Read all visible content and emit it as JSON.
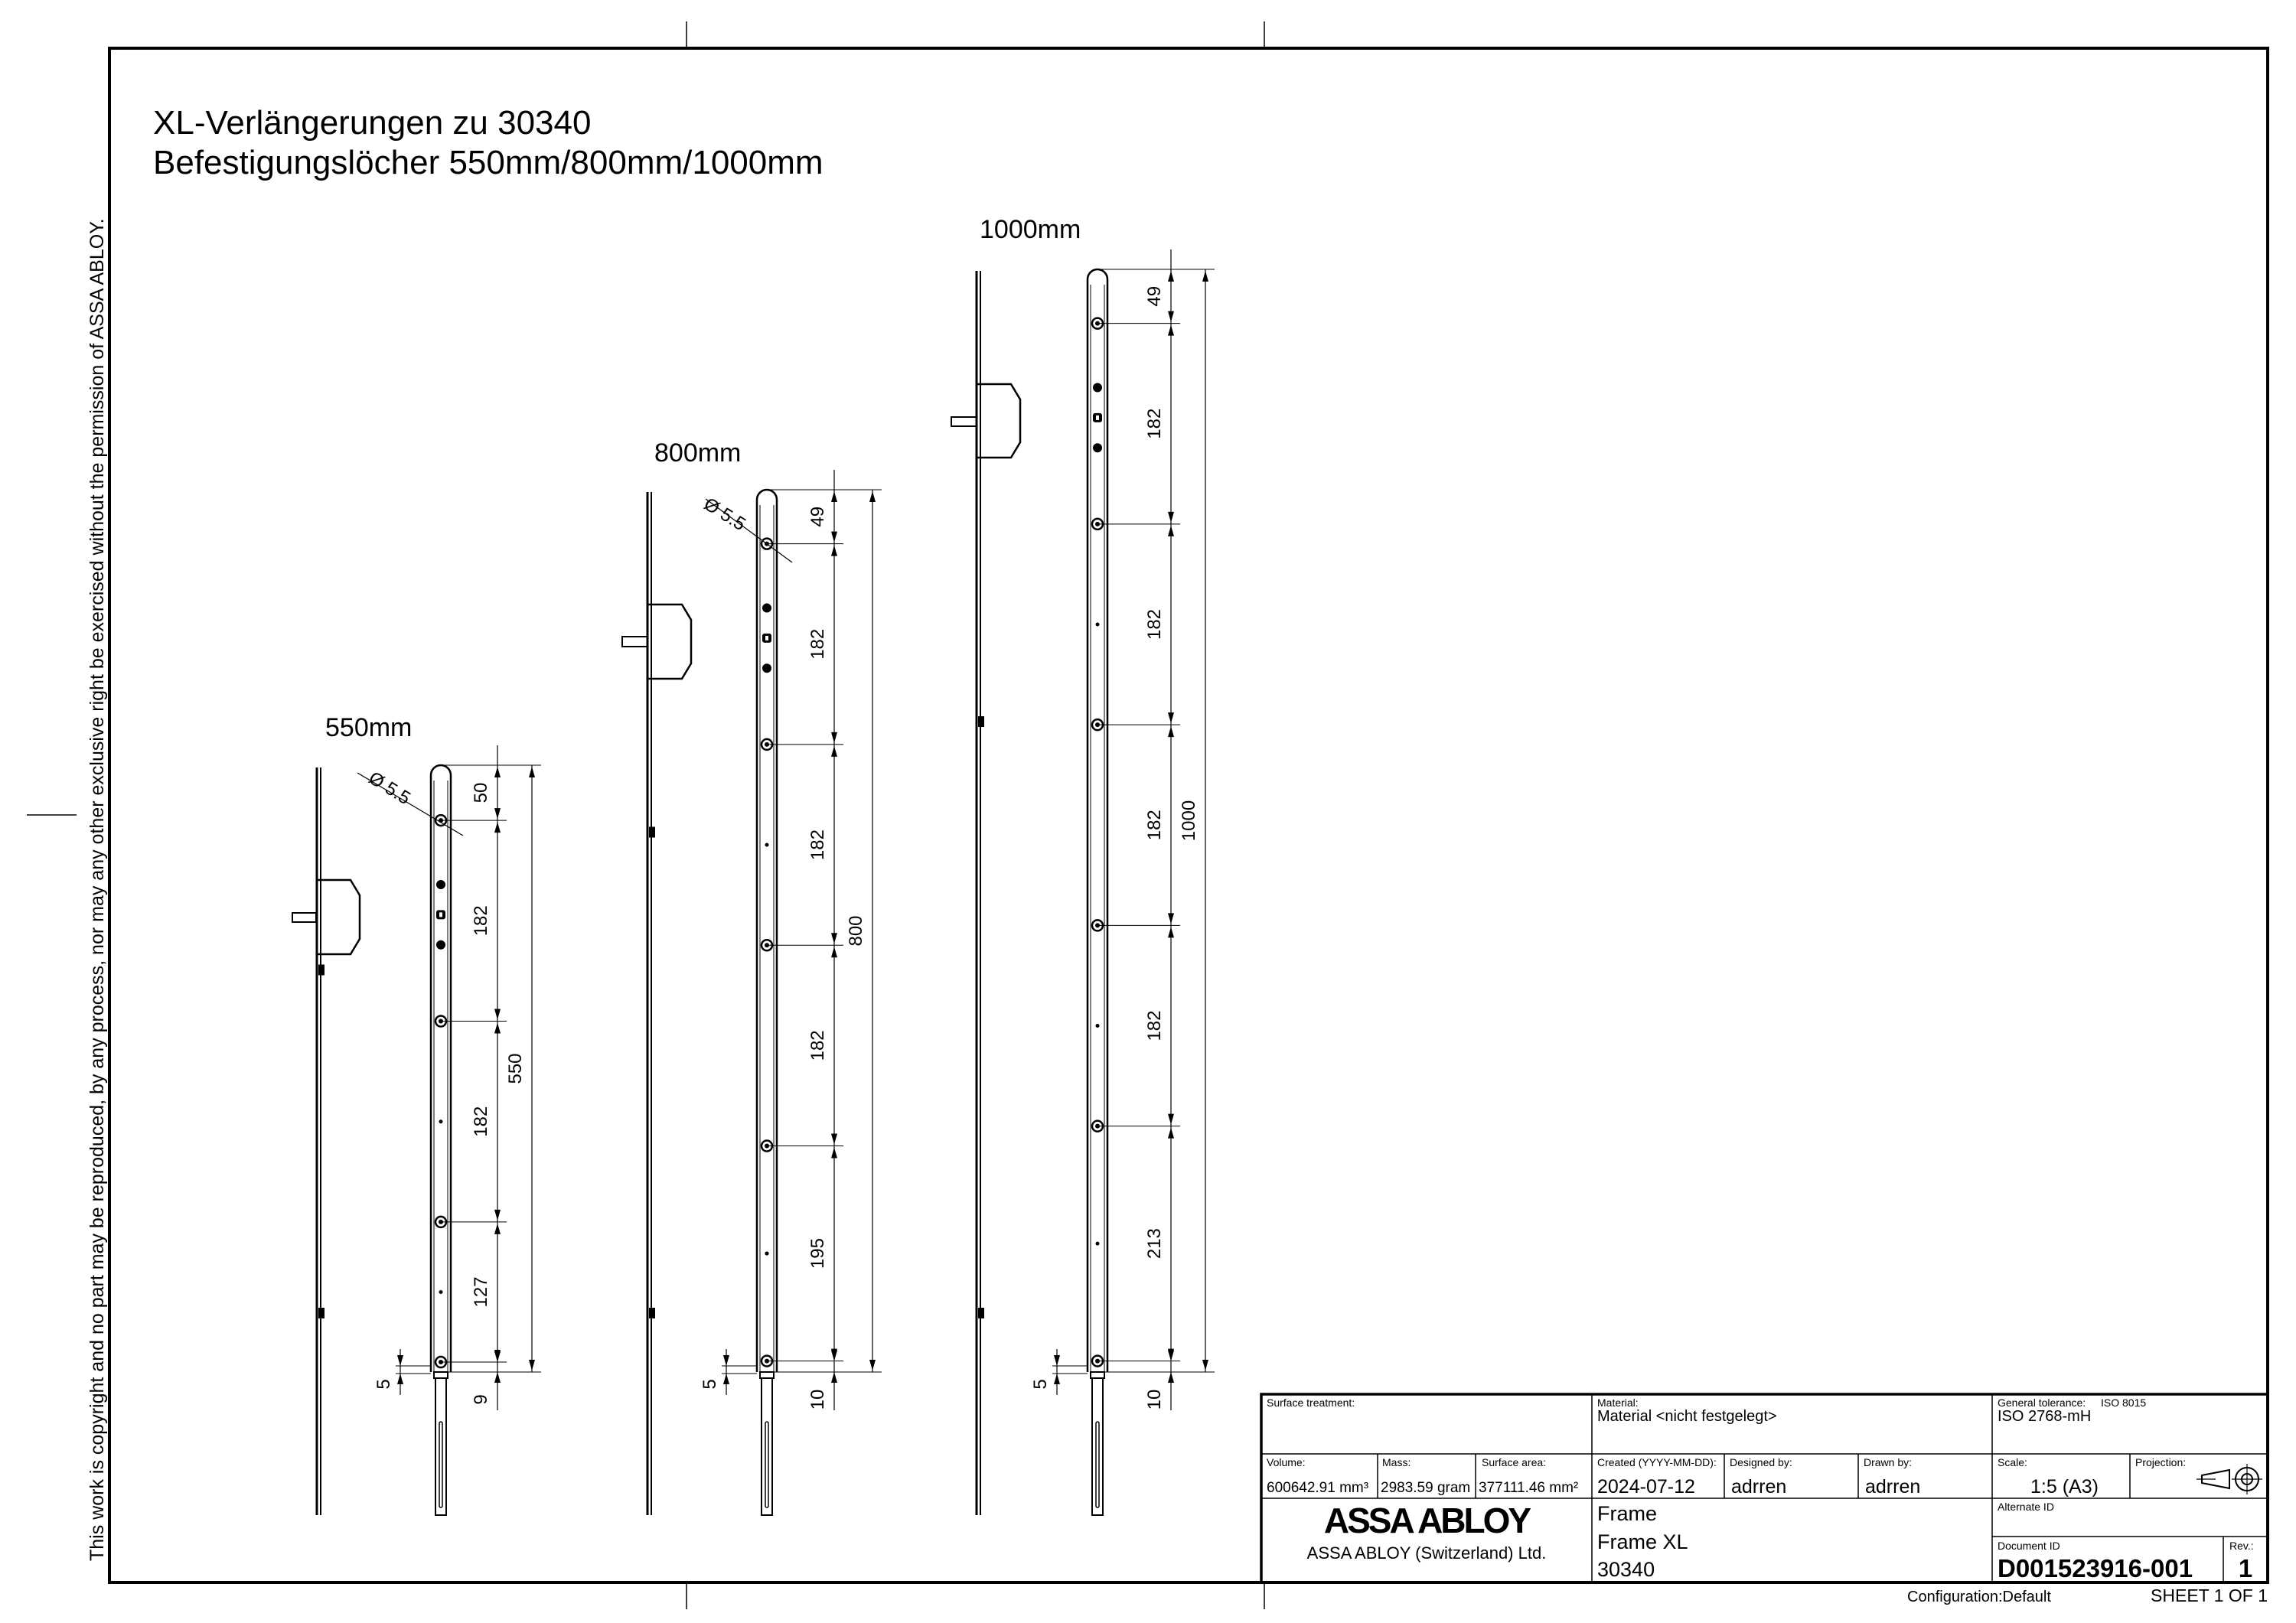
{
  "copyright": "This work  is copyright and no part may be reproduced, by any process, nor may any other exclusive right be exercised without the permission of ASSA ABLOY.",
  "title": {
    "line1": "XL-Verlängerungen zu 30340",
    "line2": "Befestigungslöcher 550mm/800mm/1000mm"
  },
  "variants": [
    {
      "label": "550mm",
      "total": "550",
      "spacings": [
        "50",
        "182",
        "182",
        "127",
        "9"
      ],
      "diameter": "Ø 5.5",
      "bottom_offset": "5"
    },
    {
      "label": "800mm",
      "total": "800",
      "spacings": [
        "49",
        "182",
        "182",
        "182",
        "195",
        "10"
      ],
      "diameter": "Ø 5.5",
      "bottom_offset": "5"
    },
    {
      "label": "1000mm",
      "total": "1000",
      "spacings": [
        "49",
        "182",
        "182",
        "182",
        "182",
        "213",
        "10"
      ],
      "bottom_offset": "5"
    }
  ],
  "title_block": {
    "surface_treatment_label": "Surface treatment:",
    "material_label": "Material:",
    "material_value": "Material <nicht festgelegt>",
    "general_tolerance_label": "General tolerance:",
    "general_tolerance_std": "ISO 8015",
    "general_tolerance_value": "ISO 2768-mH",
    "volume_label": "Volume:",
    "volume_value": "600642.91 mm³",
    "mass_label": "Mass:",
    "mass_value": "2983.59 gram",
    "surface_area_label": "Surface area:",
    "surface_area_value": "377111.46 mm²",
    "created_label": "Created (YYYY-MM-DD):",
    "created_value": "2024-07-12",
    "designed_label": "Designed by:",
    "designed_value": "adrren",
    "drawn_label": "Drawn by:",
    "drawn_value": "adrren",
    "scale_label": "Scale:",
    "scale_value": "1:5 (A3)",
    "projection_label": "Projection:",
    "company_logo": "ASSA ABLOY",
    "company_name": "ASSA ABLOY (Switzerland) Ltd.",
    "description_1": "Frame",
    "description_2": "Frame XL",
    "description_3": "30340",
    "alternate_id_label": "Alternate ID",
    "document_id_label": "Document ID",
    "document_id_value": "D001523916-001",
    "rev_label": "Rev.:",
    "rev_value": "1",
    "configuration": "Configuration:Default",
    "sheet": "SHEET 1 OF 1"
  }
}
